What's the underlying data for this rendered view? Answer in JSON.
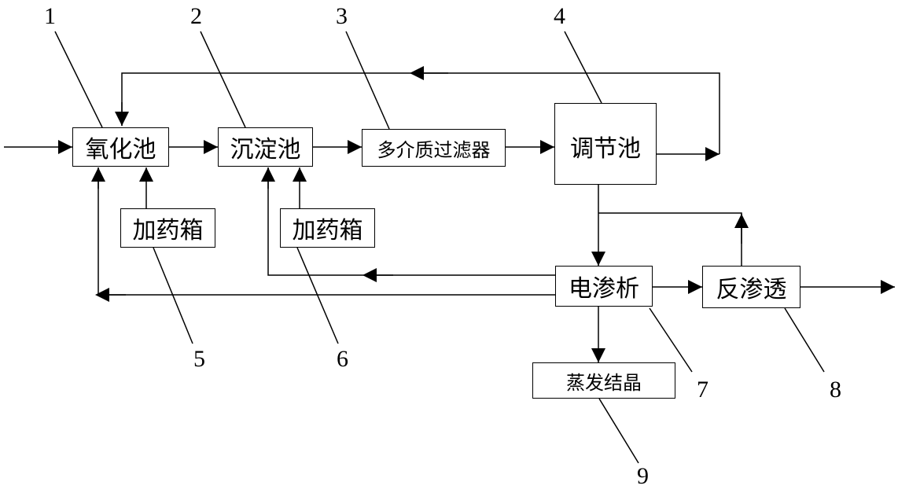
{
  "units": {
    "oxidation_tank": {
      "number": "1",
      "label": "氧化池"
    },
    "sedimentation_tank": {
      "number": "2",
      "label": "沉淀池"
    },
    "multimedia_filter": {
      "number": "3",
      "label": "多介质过滤器"
    },
    "regulating_tank": {
      "number": "4",
      "label": "调节池"
    },
    "dosing_box_1": {
      "number": "5",
      "label": "加药箱"
    },
    "dosing_box_2": {
      "number": "6",
      "label": "加药箱"
    },
    "electrodialysis": {
      "number": "7",
      "label": "电渗析"
    },
    "reverse_osmosis": {
      "number": "8",
      "label": "反渗透"
    },
    "evaporation_crystallization": {
      "number": "9",
      "label": "蒸发结晶"
    }
  }
}
